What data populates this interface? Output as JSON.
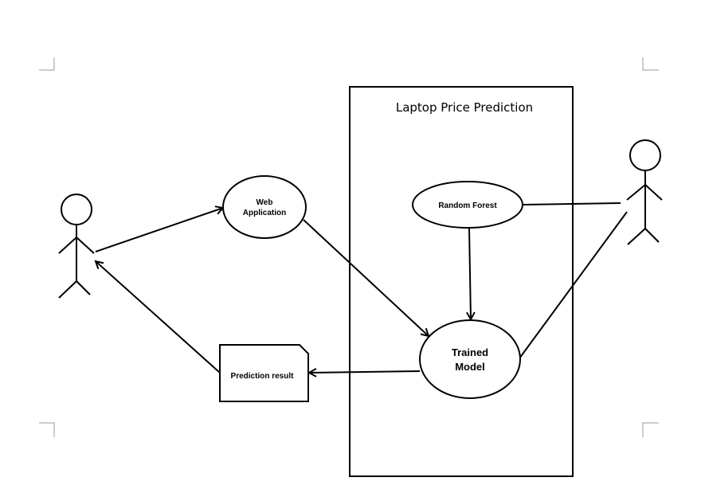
{
  "diagram": {
    "system_title": "Laptop Price Prediction",
    "use_cases": {
      "web_app": [
        "Web",
        "Application"
      ],
      "random_forest": "Random Forest",
      "trained_model": [
        "Trained",
        "Model"
      ]
    },
    "artifact": "Prediction result"
  }
}
